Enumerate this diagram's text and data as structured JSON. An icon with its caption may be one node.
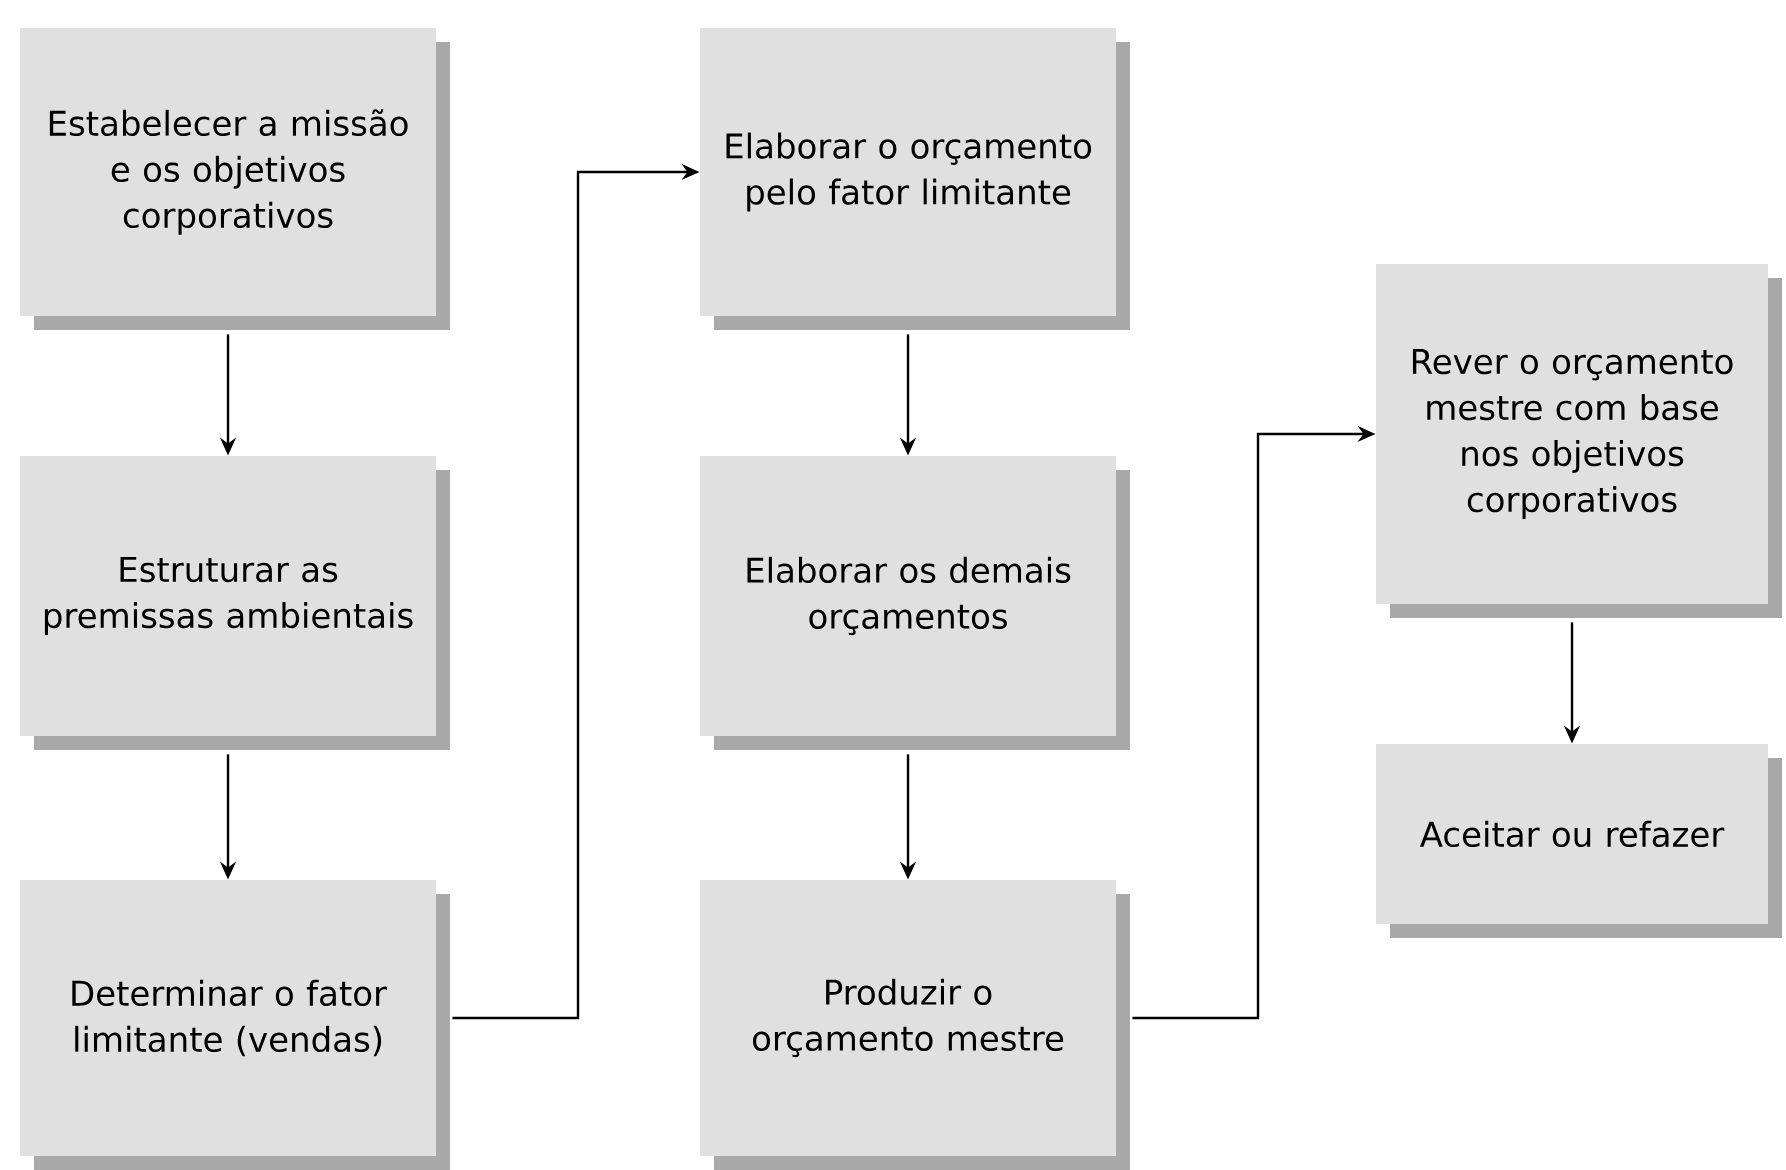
{
  "diagram": {
    "nodes": [
      {
        "text": [
          "Estabelecer a missão e os objetivos corporativos"
        ]
      },
      {
        "text": [
          "Estruturar as premissas ambientais"
        ]
      },
      {
        "text": [
          "Determinar o fator limitante (vendas)"
        ]
      },
      {
        "text": [
          "Elaborar o orçamento pelo fator limitante"
        ]
      },
      {
        "text": [
          "Elaborar os demais orçamentos"
        ]
      },
      {
        "text": [
          "Produzir o orçamento mestre"
        ]
      },
      {
        "text": [
          "Rever o orçamento mestre com base nos objetivos corporativos"
        ]
      },
      {
        "text": [
          "Aceitar ou refazer"
        ]
      }
    ],
    "edges": [
      {
        "from": 0,
        "to": 1,
        "arrow": "to"
      },
      {
        "from": 1,
        "to": 2,
        "arrow": "to"
      },
      {
        "from": 2,
        "to": 3,
        "arrow": "to"
      },
      {
        "from": 3,
        "to": 4,
        "arrow": "to"
      },
      {
        "from": 4,
        "to": 5,
        "arrow": "to"
      },
      {
        "from": 5,
        "to": 6,
        "arrow": "to"
      },
      {
        "from": 6,
        "to": 7,
        "arrow": "to"
      }
    ]
  }
}
